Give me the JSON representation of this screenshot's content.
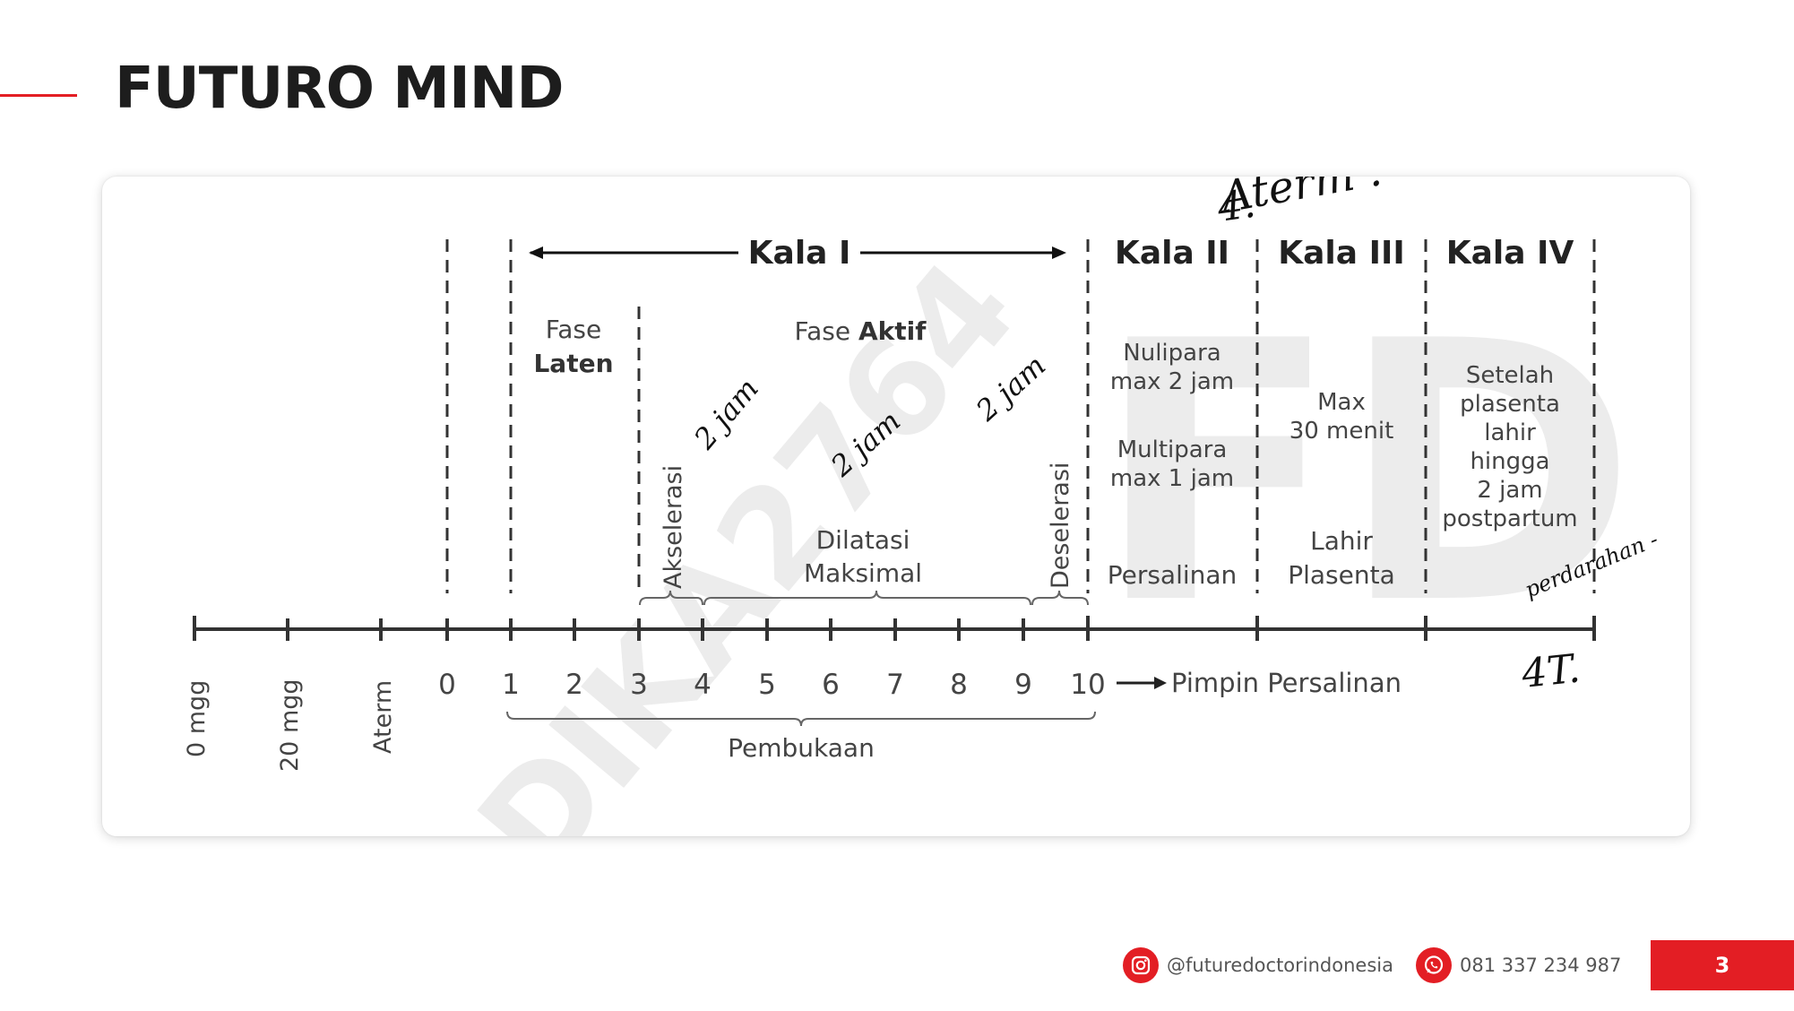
{
  "header": {
    "title": "FUTURO MIND"
  },
  "diagram": {
    "stage_labels": [
      "Kala I",
      "Kala II",
      "Kala III",
      "Kala IV"
    ],
    "fase_laten": [
      "Fase",
      "Laten"
    ],
    "fase_aktif": [
      "Fase ",
      "Aktif"
    ],
    "akselerasi": "Akselerasi",
    "deselerasi": "Deselerasi",
    "dilatasi": [
      "Dilatasi",
      "Maksimal"
    ],
    "kala2_notes": [
      "Nulipara",
      "max 2 jam",
      "Multipara",
      "max 1 jam"
    ],
    "kala2_outcome": "Persalinan",
    "kala3_notes": [
      "Max",
      "30 menit"
    ],
    "kala3_outcome": [
      "Lahir",
      "Plasenta"
    ],
    "kala4_notes": [
      "Setelah",
      "plasenta",
      "lahir",
      "hingga",
      "2 jam",
      "postpartum"
    ],
    "axis_week_labels": [
      "0 mgg",
      "20 mgg",
      "Aterm"
    ],
    "axis_numbers": [
      "0",
      "1",
      "2",
      "3",
      "4",
      "5",
      "6",
      "7",
      "8",
      "9",
      "10"
    ],
    "pimpin_label": "Pimpin Persalinan",
    "pembukaan_label": "Pembukaan",
    "watermark_text": "DIKA2764",
    "watermark_logo": "FD",
    "handwritten": {
      "top_note": "Aterm .",
      "kala2_mark": "4.",
      "seg_a": "2 jam",
      "seg_b": "2 jam",
      "seg_c": "2 jam",
      "side_note": "perdarahan -",
      "bottom_note": "4T."
    }
  },
  "footer": {
    "instagram": "@futuredoctorindonesia",
    "phone": "081 337 234 987",
    "page_number": "3"
  },
  "colors": {
    "accent": "#e31e24",
    "ink": "#111111",
    "text": "#444444"
  },
  "icons": [
    "instagram-icon",
    "whatsapp-icon",
    "arrow-right-icon"
  ]
}
